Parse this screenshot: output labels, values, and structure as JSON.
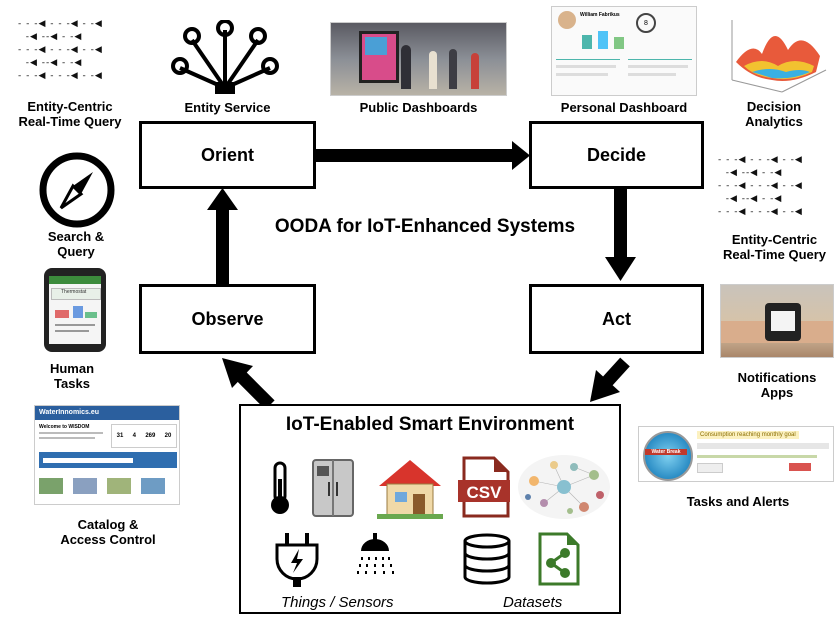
{
  "diagram": {
    "center_title": "OODA for IoT-Enhanced Systems",
    "nodes": {
      "orient": "Orient",
      "decide": "Decide",
      "observe": "Observe",
      "act": "Act"
    },
    "environment": {
      "title": "IoT-Enabled Smart Environment",
      "things_label": "Things / Sensors",
      "datasets_label": "Datasets",
      "csv_label": "CSV"
    },
    "labels": {
      "entity_query_left": [
        "Entity-Centric",
        "Real-Time Query"
      ],
      "entity_service": "Entity Service",
      "public_dashboards": "Public Dashboards",
      "personal_dashboard": "Personal Dashboard",
      "decision_analytics": [
        "Decision",
        "Analytics"
      ],
      "entity_query_right": [
        "Entity-Centric",
        "Real-Time Query"
      ],
      "search_query": [
        "Search &",
        "Query"
      ],
      "human_tasks": [
        "Human",
        "Tasks"
      ],
      "catalog": [
        "Catalog &",
        "Access Control"
      ],
      "notifications": [
        "Notifications",
        "Apps"
      ],
      "tasks_alerts": "Tasks and Alerts"
    },
    "thumbnails": {
      "catalog_header": "WaterInnomics.eu",
      "catalog_welcome": "Welcome to WISDOM",
      "catalog_stats": [
        "31",
        "4",
        "269",
        "20"
      ],
      "phone_title": "Thermostat",
      "alert_banner": "Consumption reaching monthly goal",
      "alert_logo": "Water Break",
      "dashboard_name": "William Fabrikus",
      "dashboard_stat": "8"
    }
  }
}
